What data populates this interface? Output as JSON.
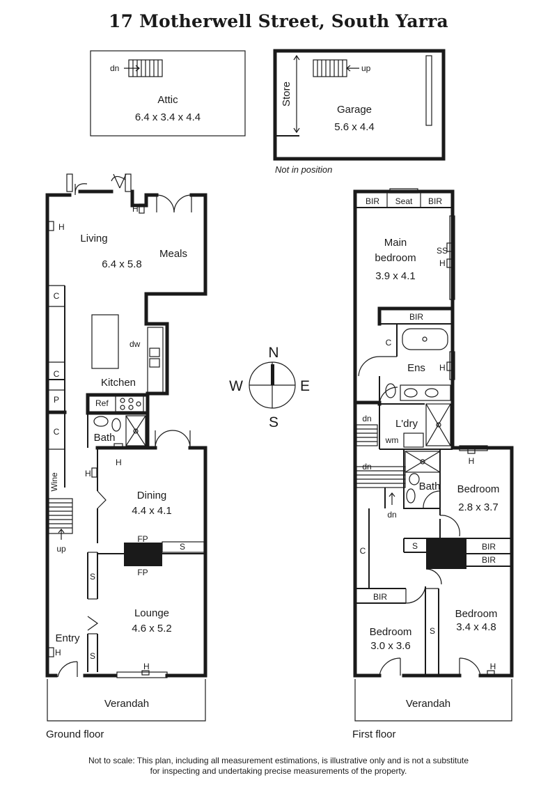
{
  "title": "17 Motherwell Street, South Yarra",
  "note_not_in_position": "Not in position",
  "disclaimer_line1": "Not to scale: This plan, including all measurement estimations, is illustrative only and is not a substitute",
  "disclaimer_line2": "for inspecting and undertaking precise measurements of the property.",
  "compass": {
    "n": "N",
    "s": "S",
    "e": "E",
    "w": "W"
  },
  "attic": {
    "name": "Attic",
    "dims": "6.4 x 3.4 x 4.4",
    "stair": "dn"
  },
  "garage": {
    "name": "Garage",
    "dims": "5.6 x 4.4",
    "store": "Store",
    "stair": "up"
  },
  "ground_floor": {
    "label": "Ground floor",
    "living": {
      "name": "Living",
      "dims": "6.4 x 5.8"
    },
    "meals": "Meals",
    "kitchen": "Kitchen",
    "dw": "dw",
    "ref": "Ref",
    "bath": "Bath",
    "dining": {
      "name": "Dining",
      "dims": "4.4 x 4.1"
    },
    "lounge": {
      "name": "Lounge",
      "dims": "4.6 x 5.2"
    },
    "entry": "Entry",
    "verandah": "Verandah",
    "wine": "Wine",
    "up": "up",
    "fp": "FP",
    "c": "C",
    "p": "P",
    "s": "S",
    "h": "H"
  },
  "first_floor": {
    "label": "First floor",
    "main_bedroom": {
      "line1": "Main",
      "line2": "bedroom",
      "dims": "3.9 x 4.1"
    },
    "bir": "BIR",
    "seat": "Seat",
    "ss": "SS",
    "h": "H",
    "ens": "Ens",
    "laundry": "L'dry",
    "wm": "wm",
    "bath": "Bath",
    "bedroom_ne": {
      "name": "Bedroom",
      "dims": "2.8 x 3.7"
    },
    "bedroom_sw": {
      "name": "Bedroom",
      "dims": "3.0 x 3.6"
    },
    "bedroom_se": {
      "name": "Bedroom",
      "dims": "3.4 x 4.8"
    },
    "verandah": "Verandah",
    "dn": "dn",
    "c": "C",
    "s": "S"
  }
}
